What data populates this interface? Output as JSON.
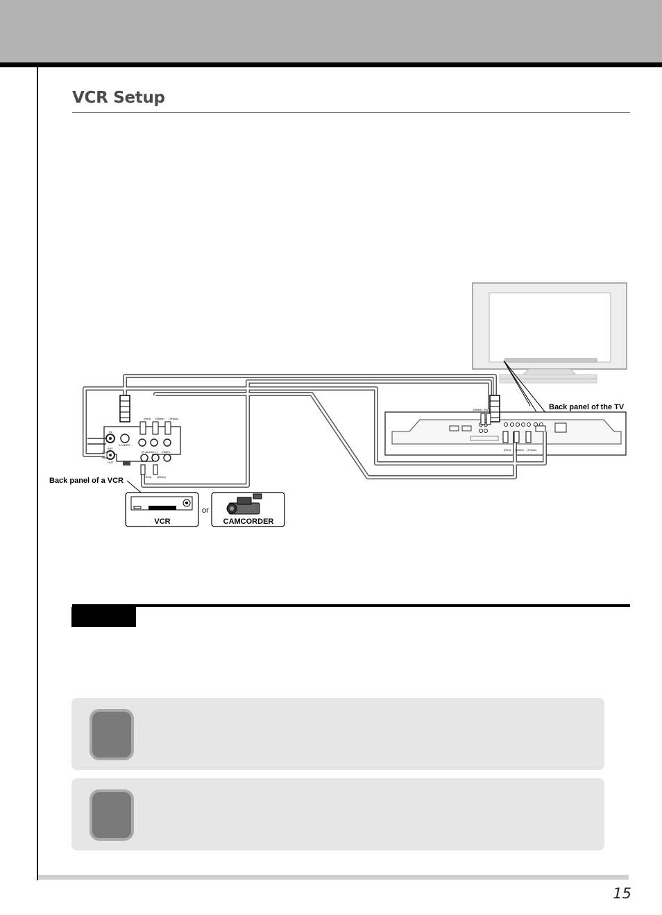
{
  "page": {
    "number": "15"
  },
  "section": {
    "title": "VCR Setup"
  },
  "diagram": {
    "tv_label": "Back panel of the TV",
    "vcr_label": "Back panel of a VCR",
    "vcr_device": "VCR",
    "or_text": "or",
    "camcorder_device": "CAMCORDER",
    "vcr_ports": {
      "in": "IN",
      "ant": "ANT",
      "out": "OUT",
      "svideo": "S-VIDEO",
      "audio": "(R-AUDIO-L)",
      "video": "VIDEO"
    },
    "cable_colors": {
      "red": "(Red)",
      "white": "(White)",
      "yellow": "(Yellow)"
    }
  }
}
